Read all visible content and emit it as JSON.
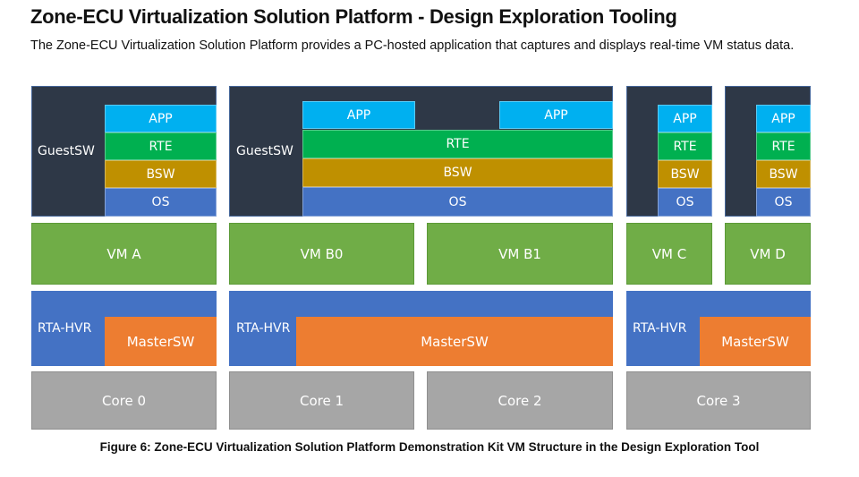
{
  "header": {
    "title": "Zone-ECU Virtualization Solution Platform - Design Exploration Tooling",
    "description": "The Zone-ECU Virtualization Solution Platform provides a PC-hosted application that captures and displays real-time VM status data."
  },
  "diagram": {
    "guestsw_label": "GuestSW",
    "hvr_label": "RTA-HVR",
    "master_label": "MasterSW",
    "layers": {
      "app": "APP",
      "rte": "RTE",
      "bsw": "BSW",
      "os": "OS"
    },
    "vms": [
      "VM A",
      "VM B0",
      "VM B1",
      "VM C",
      "VM D"
    ],
    "cores": [
      "Core 0",
      "Core 1",
      "Core 2",
      "Core 3"
    ],
    "colors": {
      "guest": "#2e3847",
      "app": "#00b0f0",
      "rte": "#00b050",
      "bsw": "#bf9000",
      "os": "#4472c4",
      "vm": "#70ad47",
      "hypervisor": "#4472c4",
      "master": "#ed7d31",
      "core": "#a6a6a6"
    }
  },
  "caption": "Figure 6: Zone-ECU Virtualization Solution Platform Demonstration Kit VM Structure in the Design Exploration Tool"
}
